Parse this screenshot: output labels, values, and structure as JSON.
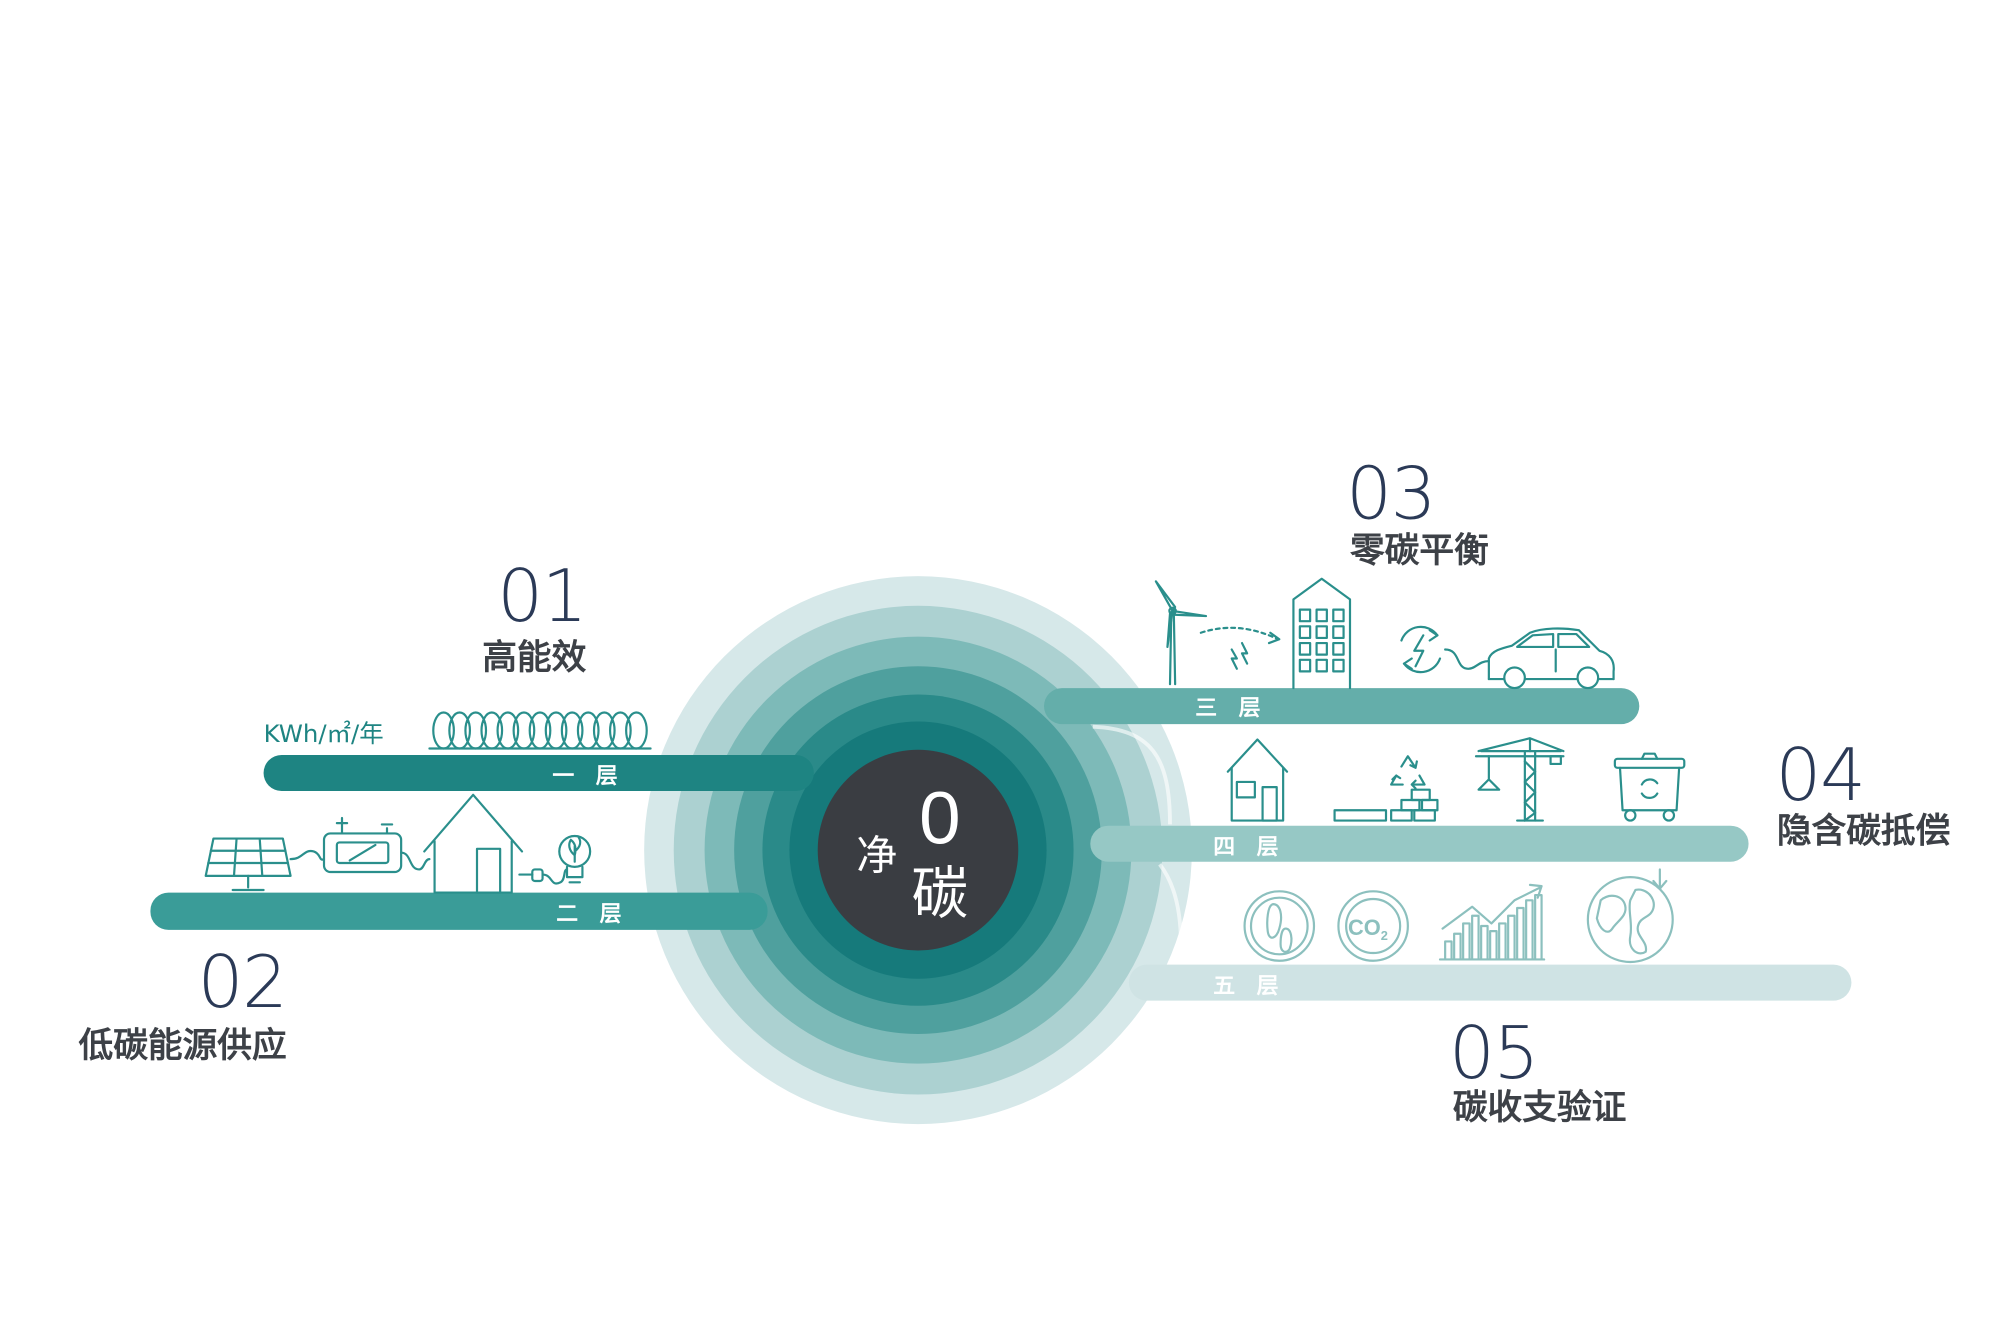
{
  "colors": {
    "background": "#ffffff",
    "center": "#3a3d42",
    "number_text": "#2b3a57",
    "title_text": "#3d4147",
    "icon_stroke": "#2a8f8c",
    "icon_stroke_light": "#8cc0be",
    "bar_1": "#1e8482",
    "bar_2": "#3a9c98",
    "bar_3": "#64aeaa",
    "bar_4": "#96c8c5",
    "bar_5": "#cfe3e4",
    "rings": [
      "#d6e8e9",
      "#acd1d1",
      "#7dbab8",
      "#4fa09e",
      "#2a8a89",
      "#167a7b"
    ]
  },
  "center": {
    "prefix": "净",
    "zero": "0",
    "suffix": "碳"
  },
  "layers": [
    {
      "number": "01",
      "title": "高能效",
      "bar_label": "一 层",
      "unit_label": "KWh/㎡/年",
      "icons": [
        "coil-icon"
      ]
    },
    {
      "number": "02",
      "title": "低碳能源供应",
      "bar_label": "二 层",
      "icons": [
        "solar-panel-icon",
        "battery-icon",
        "house-icon",
        "plug-icon",
        "lightbulb-icon"
      ]
    },
    {
      "number": "03",
      "title": "零碳平衡",
      "bar_label": "三 层",
      "icons": [
        "wind-turbine-icon",
        "lightning-arrow-icon",
        "building-icon",
        "charging-icon",
        "electric-car-icon"
      ]
    },
    {
      "number": "04",
      "title": "隐含碳抵偿",
      "bar_label": "四 层",
      "icons": [
        "house-icon",
        "recycle-bricks-icon",
        "crane-icon",
        "recycle-bin-icon"
      ]
    },
    {
      "number": "05",
      "title": "碳收支验证",
      "bar_label": "五 层",
      "icons": [
        "footprint-icon",
        "co2-icon",
        "growth-chart-icon",
        "globe-icon"
      ],
      "co2_label": "CO",
      "co2_subscript": "2"
    }
  ]
}
